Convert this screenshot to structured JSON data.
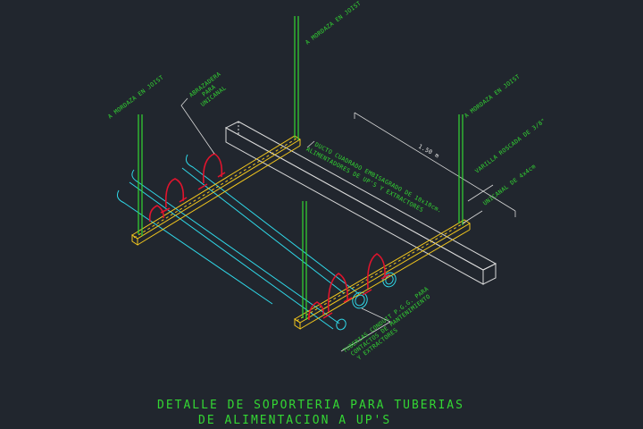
{
  "colors": {
    "background": "#21262e",
    "rod": "#33d633",
    "pipe": "#2fd8e8",
    "clamp": "#e0142d",
    "channel": "#f2c61d",
    "duct": "#d9d9d9",
    "text": "#33d633"
  },
  "labels": {
    "joist_top": "A MORDAZA EN JOIST",
    "joist_left": "A MORDAZA EN JOIST",
    "joist_right": "A MORDAZA EN JOIST",
    "abrazadera_1": "ABRAZADERA",
    "abrazadera_2": "PARA",
    "abrazadera_3": "UNICANAL",
    "ducto_1": "DUCTO CUADRADO EMBISAGRADO DE 10x10cm.",
    "ducto_2": "ALIMENTADORES DE UP'S Y EXTRACTORES",
    "dim": "1.50 m",
    "varilla": "VARILLA ROSCADA DE 3/8\"",
    "unicanal": "UNICANAL DE 4x4cm",
    "tuberias_1": "TUBERIAS CONDUIT P.G.G. PARA",
    "tuberias_2": "CONTACTOS DE MANTENIMIENTO",
    "tuberias_3": "Y EXTRACTORES"
  },
  "title": {
    "line1": "DETALLE DE SOPORTERIA PARA TUBERIAS",
    "line2": "DE ALIMENTACION A UP'S"
  }
}
